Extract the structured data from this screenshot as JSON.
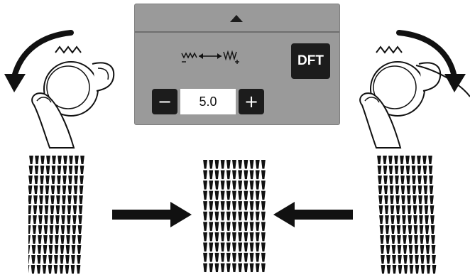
{
  "screen": {
    "scroll_up_icon": "triangle-up-icon",
    "stitch_width_icon": "stitch-width-narrow-wide-icon",
    "dft_label": "DFT",
    "width_stepper": {
      "minus_label": "−",
      "value": "5.0",
      "plus_label": "+"
    }
  },
  "illustration": {
    "left_dial": {
      "rotation": "counterclockwise",
      "icon": "dial-turn-left-icon"
    },
    "right_dial": {
      "rotation": "clockwise",
      "icon": "dial-turn-right-icon"
    },
    "samples": [
      "narrow-satin-stitch-sample",
      "default-satin-stitch-sample",
      "narrow-satin-stitch-sample"
    ],
    "arrows": [
      "arrow-right-icon",
      "arrow-left-icon"
    ]
  },
  "colors": {
    "screen_bg": "#9a9a9a",
    "button_bg": "#1c1c1c",
    "value_bg": "#ffffff",
    "ink": "#111111"
  }
}
